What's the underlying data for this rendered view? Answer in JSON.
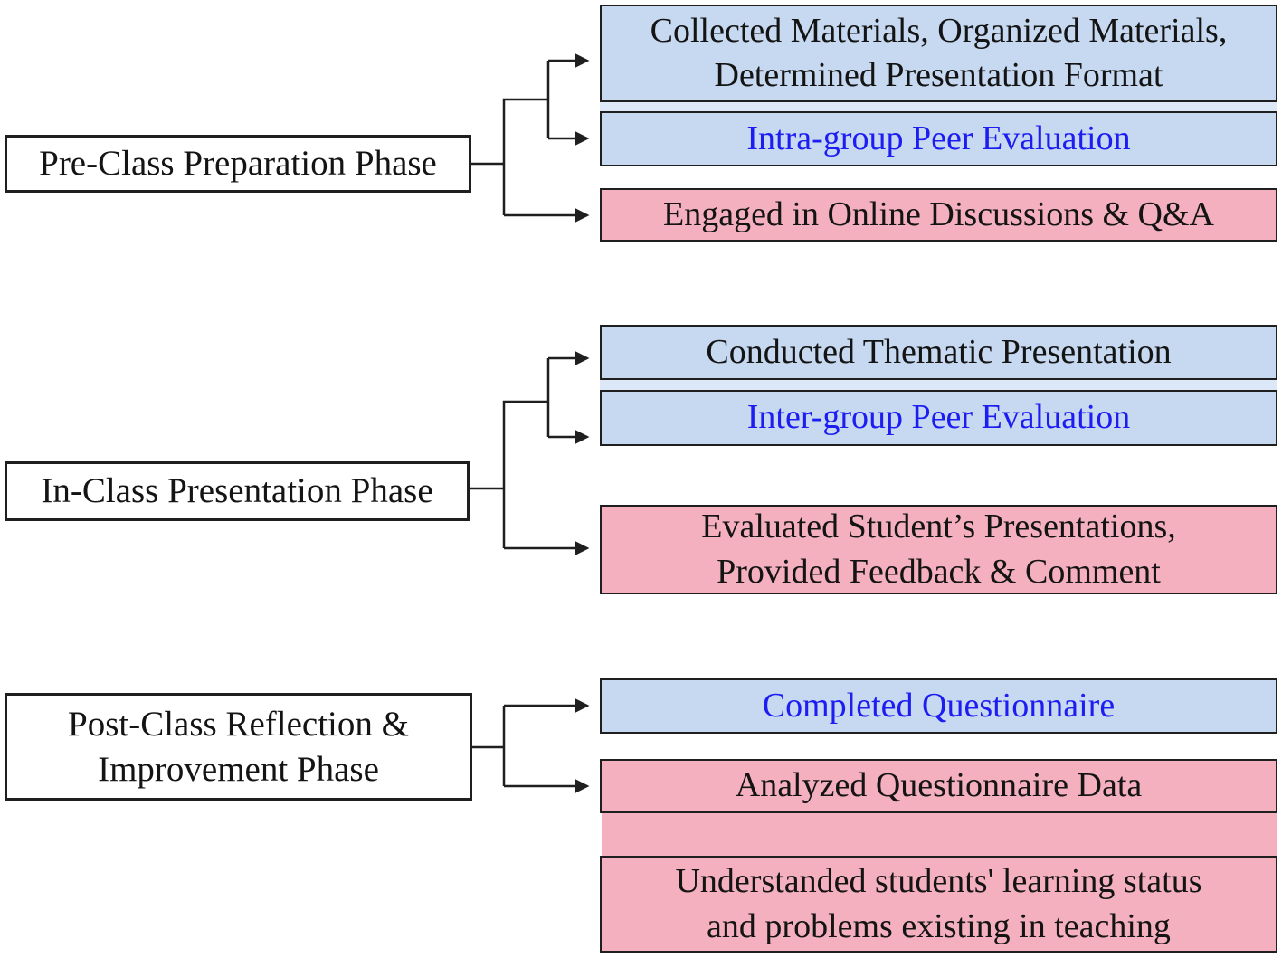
{
  "colors": {
    "box_blue": "#c6d9f1",
    "box_pink": "#f5b0bf",
    "backdrop_blue": "#dce8f8",
    "text_blue": "#1d1df2",
    "line": "#1f1f1f"
  },
  "sections": [
    {
      "phase": {
        "lines": [
          "Pre-Class Preparation Phase"
        ]
      },
      "tasks": [
        {
          "lines": [
            "Collected Materials, Organized Materials,",
            "Determined Presentation Format"
          ]
        },
        {
          "lines": [
            "Intra-group Peer Evaluation"
          ]
        },
        {
          "lines": [
            "Engaged in Online Discussions & Q&A"
          ]
        }
      ]
    },
    {
      "phase": {
        "lines": [
          "In-Class Presentation Phase"
        ]
      },
      "tasks": [
        {
          "lines": [
            "Conducted Thematic Presentation"
          ]
        },
        {
          "lines": [
            "Inter-group Peer Evaluation"
          ]
        },
        {
          "lines": [
            "Evaluated Student’s Presentations,",
            "Provided Feedback & Comment"
          ]
        }
      ]
    },
    {
      "phase": {
        "lines": [
          "Post-Class Reflection &",
          "Improvement Phase"
        ]
      },
      "tasks": [
        {
          "lines": [
            "Completed Questionnaire"
          ]
        },
        {
          "lines": [
            "Analyzed Questionnaire Data"
          ]
        },
        {
          "lines": [
            "Understanded students' learning status",
            "and problems existing in teaching"
          ]
        }
      ]
    }
  ]
}
